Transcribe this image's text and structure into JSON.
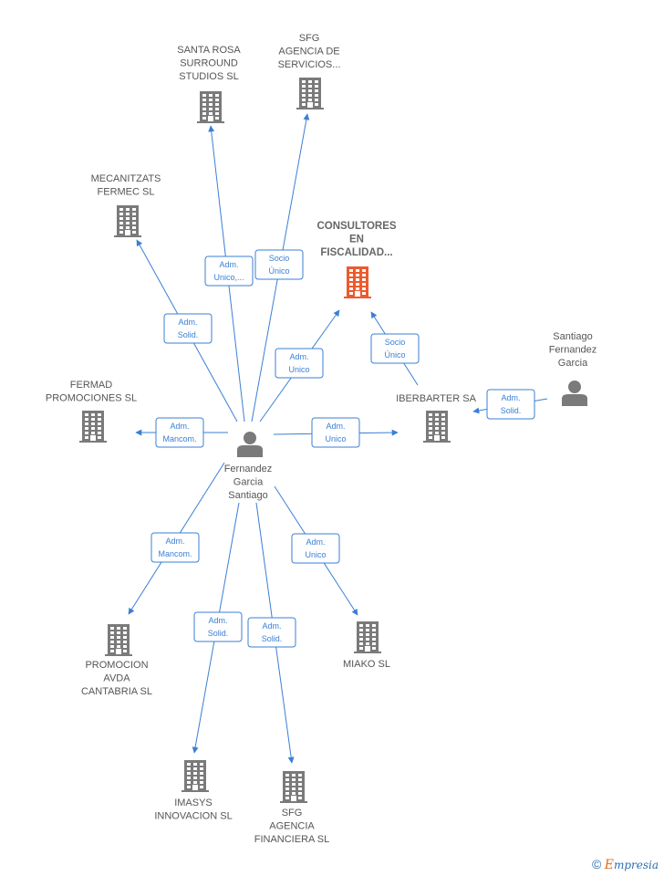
{
  "colors": {
    "edge": "#3a7fd5",
    "building": "#7a7a7a",
    "highlight": "#ee5a2c",
    "person": "#7a7a7a"
  },
  "nodes": [
    {
      "id": "santa_rosa",
      "type": "company",
      "lines": [
        "SANTA ROSA",
        "SURROUND",
        "STUDIOS SL"
      ]
    },
    {
      "id": "sfg_agencia",
      "type": "company",
      "lines": [
        "SFG",
        "AGENCIA DE",
        "SERVICIOS..."
      ]
    },
    {
      "id": "mecanitzats",
      "type": "company",
      "lines": [
        "MECANITZATS",
        "FERMEC  SL"
      ]
    },
    {
      "id": "consultores",
      "type": "company",
      "highlight": true,
      "lines": [
        "CONSULTORES",
        "EN",
        "FISCALIDAD..."
      ]
    },
    {
      "id": "santiago_fg",
      "type": "person",
      "lines": [
        "Santiago",
        "Fernandez",
        "Garcia"
      ]
    },
    {
      "id": "fermad",
      "type": "company",
      "lines": [
        "FERMAD",
        "PROMOCIONES SL"
      ]
    },
    {
      "id": "iberbarter",
      "type": "company",
      "lines": [
        "IBERBARTER SA"
      ]
    },
    {
      "id": "fernandez",
      "type": "person",
      "lines": [
        "Fernandez",
        "Garcia",
        "Santiago"
      ]
    },
    {
      "id": "promocion",
      "type": "company",
      "lines": [
        "PROMOCION",
        "AVDA",
        "CANTABRIA  SL"
      ]
    },
    {
      "id": "miako",
      "type": "company",
      "lines": [
        "MIAKO  SL"
      ]
    },
    {
      "id": "imasys",
      "type": "company",
      "lines": [
        "IMASYS",
        "INNOVACION SL"
      ]
    },
    {
      "id": "sfg_financiera",
      "type": "company",
      "lines": [
        "SFG",
        "AGENCIA",
        "FINANCIERA  SL"
      ]
    }
  ],
  "edges": [
    {
      "from": "fernandez",
      "to": "santa_rosa",
      "lines": [
        "Adm.",
        "Unico,..."
      ]
    },
    {
      "from": "fernandez",
      "to": "sfg_agencia",
      "lines": [
        "Socio",
        "Único"
      ]
    },
    {
      "from": "fernandez",
      "to": "mecanitzats",
      "lines": [
        "Adm.",
        "Solid."
      ]
    },
    {
      "from": "fernandez",
      "to": "consultores",
      "lines": [
        "Adm.",
        "Unico"
      ]
    },
    {
      "from": "iberbarter",
      "to": "consultores",
      "lines": [
        "Socio",
        "Único"
      ]
    },
    {
      "from": "santiago_fg",
      "to": "iberbarter",
      "lines": [
        "Adm.",
        "Solid."
      ]
    },
    {
      "from": "fernandez",
      "to": "fermad",
      "lines": [
        "Adm.",
        "Mancom."
      ]
    },
    {
      "from": "fernandez",
      "to": "iberbarter",
      "lines": [
        "Adm.",
        "Unico"
      ]
    },
    {
      "from": "fernandez",
      "to": "promocion",
      "lines": [
        "Adm.",
        "Mancom."
      ]
    },
    {
      "from": "fernandez",
      "to": "miako",
      "lines": [
        "Adm.",
        "Unico"
      ]
    },
    {
      "from": "fernandez",
      "to": "imasys",
      "lines": [
        "Adm.",
        "Solid."
      ]
    },
    {
      "from": "fernandez",
      "to": "sfg_financiera",
      "lines": [
        "Adm.",
        "Solid."
      ]
    }
  ],
  "watermark": {
    "symbol": "©",
    "brand_initial": "E",
    "brand_rest": "mpresia"
  }
}
